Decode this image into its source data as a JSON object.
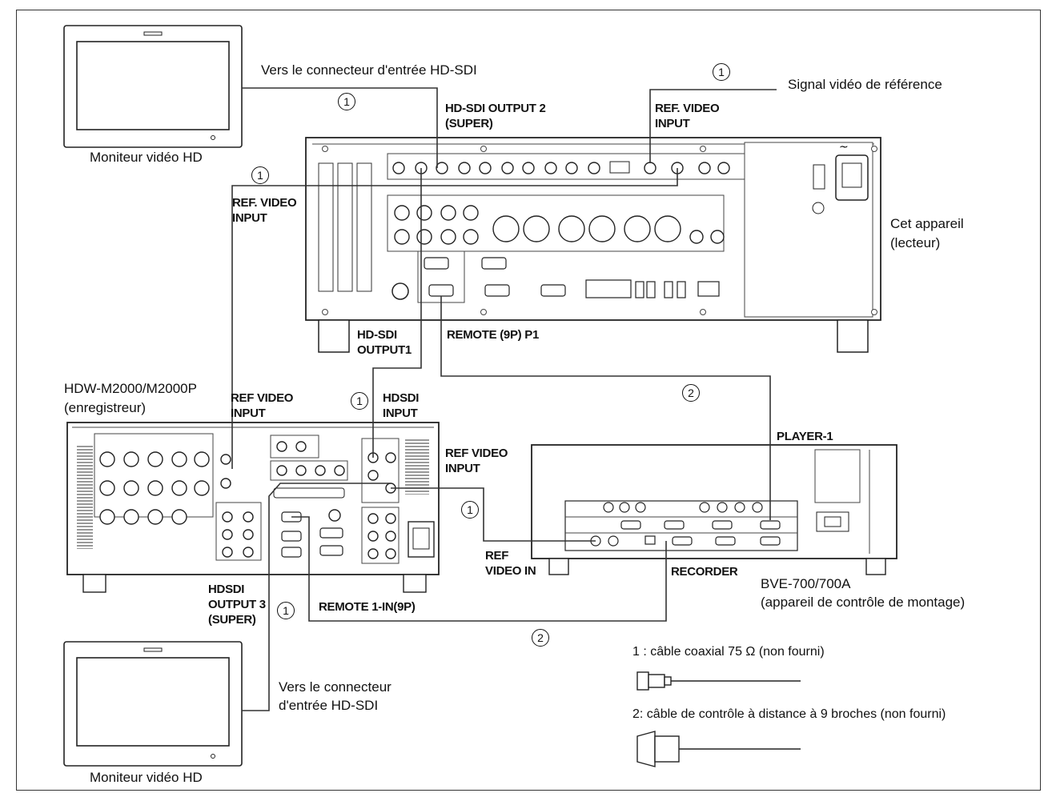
{
  "monitor_top": {
    "caption": "Moniteur vidéo HD"
  },
  "monitor_bottom": {
    "caption": "Moniteur vidéo HD"
  },
  "player": {
    "name": "Cet appareil",
    "role": "(lecteur)"
  },
  "recorder": {
    "model": "HDW-M2000/M2000P",
    "role": "(enregistreur)"
  },
  "editor": {
    "model": "BVE-700/700A",
    "role": "(appareil de contrôle de montage)"
  },
  "texts": {
    "vers_hdsdi_top": "Vers le connecteur d'entrée HD-SDI",
    "signal_ref": "Signal vidéo de référence",
    "hdsdi_out2_a": "HD-SDI OUTPUT 2",
    "hdsdi_out2_b": "(SUPER)",
    "ref_video_input_player_a": "REF. VIDEO",
    "ref_video_input_player_b": "INPUT",
    "ref_video_input_left_a": "REF. VIDEO",
    "ref_video_input_left_b": "INPUT",
    "hdsdi_output1_a": "HD-SDI",
    "hdsdi_output1_b": "OUTPUT1",
    "remote_9p_p1": "REMOTE (9P) P1",
    "ref_video_input_rec_a": "REF VIDEO",
    "ref_video_input_rec_b": "INPUT",
    "hdsdi_input_a": "HDSDI",
    "hdsdi_input_b": "INPUT",
    "ref_video_input_rec2_a": "REF VIDEO",
    "ref_video_input_rec2_b": "INPUT",
    "player_1": "PLAYER-1",
    "ref_video_in_a": "REF",
    "ref_video_in_b": "VIDEO IN",
    "recorder_port": "RECORDER",
    "hdsdi_output3_a": "HDSDI",
    "hdsdi_output3_b": "OUTPUT 3",
    "hdsdi_output3_c": "(SUPER)",
    "remote_1_in": "REMOTE 1-IN(9P)",
    "vers_hdsdi_bottom_a": "Vers le connecteur",
    "vers_hdsdi_bottom_b": "d'entrée HD-SDI"
  },
  "markers": {
    "one": "1",
    "two": "2"
  },
  "legend": {
    "coax": "1 : câble coaxial 75 Ω (non fourni)",
    "remote": "2: câble de contrôle à distance à 9 broches (non fourni)"
  }
}
